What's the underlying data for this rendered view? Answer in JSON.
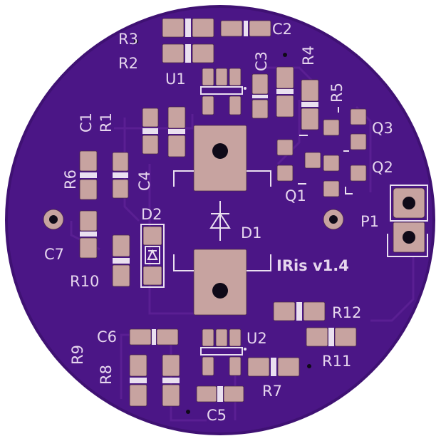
{
  "board": {
    "title": "IRis v1.4",
    "colors": {
      "background": "#ffffff",
      "soldermask": "#4b1686",
      "soldermask_edge": "#3f1173",
      "pad": "#c7a3a0",
      "silkscreen": "#eae0f0",
      "hole": "#0f0a18"
    }
  },
  "labels": {
    "R3": "R3",
    "R2": "R2",
    "C2": "C2",
    "C3": "C3",
    "R4": "R4",
    "U1": "U1",
    "R5": "R5",
    "C1": "C1",
    "R1": "R1",
    "Q3": "Q3",
    "Q2": "Q2",
    "R6": "R6",
    "C4": "C4",
    "Q1": "Q1",
    "P1": "P1",
    "D2": "D2",
    "D1": "D1",
    "C7": "C7",
    "R10": "R10",
    "R12": "R12",
    "C6": "C6",
    "U2": "U2",
    "R11": "R11",
    "R9": "R9",
    "R8": "R8",
    "R7": "R7",
    "C5": "C5"
  }
}
